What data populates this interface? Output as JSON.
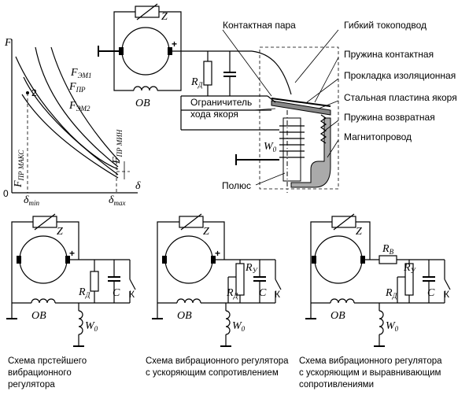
{
  "labels": {
    "contact_pair": "Контактная пара",
    "flex_lead": "Гибкий токоподвод",
    "contact_spring": "Пружина контактная",
    "insulating_pad": "Прокладка изоляционная",
    "steel_plate": "Стальная пластина якоря",
    "return_spring": "Пружина возвратная",
    "magnetic_core": "Магнитопровод",
    "limiter_line1": "Ограничитель",
    "limiter_line2": "хода якоря",
    "pole": "Полюс"
  },
  "symbols": {
    "Z": "Z",
    "OB": "ОВ",
    "RD": "R",
    "RD_sub": "Д",
    "RY": "R",
    "RY_sub": "У",
    "RB": "R",
    "RB_sub": "В",
    "C": "C",
    "K": "К",
    "W0": "W",
    "W0_sub": "0",
    "plus": "+"
  },
  "graph": {
    "axis_y": "F",
    "axis_x": "δ",
    "origin": "0",
    "point2": "2",
    "d_min": "δ",
    "d_min_sub": "min",
    "d_max": "δ",
    "d_max_sub": "max",
    "curves": [
      "F_ЭМ1",
      "F_ПР",
      "F_ЭМ2"
    ],
    "f_pr_max": "F_ПР МАКС",
    "f_pr_min": "F_ПР МИН",
    "F": "F",
    "sub_em1": "ЭМ1",
    "sub_pr": "ПР",
    "sub_em2": "ЭМ2",
    "sub_prmax": "ПР МАКС",
    "sub_prmin": "ПР МИН"
  },
  "captions": {
    "c1": [
      "Схема прстейшего",
      "вибрационного",
      "регулятора"
    ],
    "c2": [
      "Схема вибрационного регулятора",
      "с ускоряющим сопротивлением"
    ],
    "c3": [
      "Схема вибрационного регулятора",
      "с ускоряющим и выравнивающим",
      "сопротивлениями"
    ]
  }
}
